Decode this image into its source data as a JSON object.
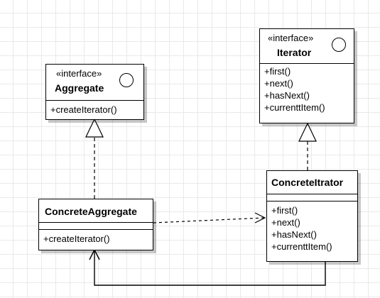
{
  "diagram": {
    "aggregate": {
      "stereotype": "«interface»",
      "name": "Aggregate",
      "operations": [
        "+createIterator()"
      ]
    },
    "iterator": {
      "stereotype": "«interface»",
      "name": "Iterator",
      "operations": [
        "+first()",
        "+next()",
        "+hasNext()",
        "+currenttItem()"
      ]
    },
    "concrete_aggregate": {
      "name": "ConcreteAggregate",
      "operations": [
        "+createIterator()"
      ]
    },
    "concrete_iterator": {
      "name": "ConcreteItrator",
      "operations": [
        "+first()",
        "+next()",
        "+hasNext()",
        "+currenttItem()"
      ]
    },
    "relations": [
      {
        "type": "realization",
        "from": "ConcreteAggregate",
        "to": "Aggregate"
      },
      {
        "type": "realization",
        "from": "ConcreteItrator",
        "to": "Iterator"
      },
      {
        "type": "dependency",
        "from": "ConcreteAggregate",
        "to": "ConcreteItrator"
      },
      {
        "type": "association",
        "from": "ConcreteItrator",
        "to": "ConcreteAggregate"
      }
    ]
  }
}
